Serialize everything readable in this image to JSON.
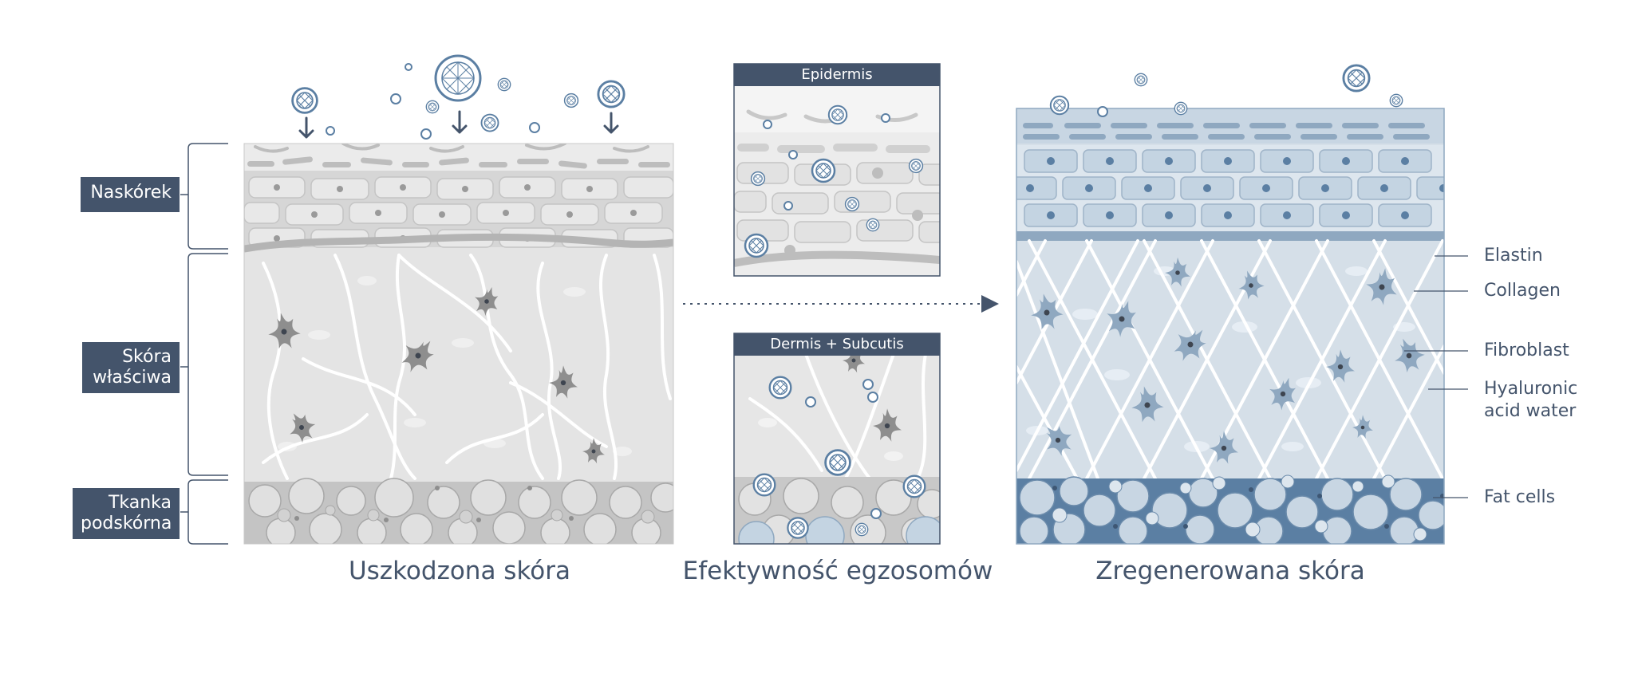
{
  "left_labels": {
    "epidermis": "Naskórek",
    "dermis_line1": "Skóra",
    "dermis_line2": "właściwa",
    "hypodermis_line1": "Tkanka",
    "hypodermis_line2": "podskórna"
  },
  "captions": {
    "damaged": "Uszkodzona skóra",
    "effect": "Efektywność egzosomów",
    "regenerated": "Zregenerowana skóra"
  },
  "panels": {
    "epidermis_header": "Epidermis",
    "dermis_header": "Dermis + Subcutis"
  },
  "right_labels": {
    "elastin": "Elastin",
    "collagen": "Collagen",
    "fibroblast": "Fibroblast",
    "hyaluronic_line1": "Hyaluronic",
    "hyaluronic_line2": "acid water",
    "fat": "Fat cells"
  },
  "colors": {
    "label_bg": "#44546b",
    "damaged_tissue": "#e3e3e3",
    "regenerated_tissue": "#d5dfe8",
    "exosome": "#5b7fa3"
  }
}
